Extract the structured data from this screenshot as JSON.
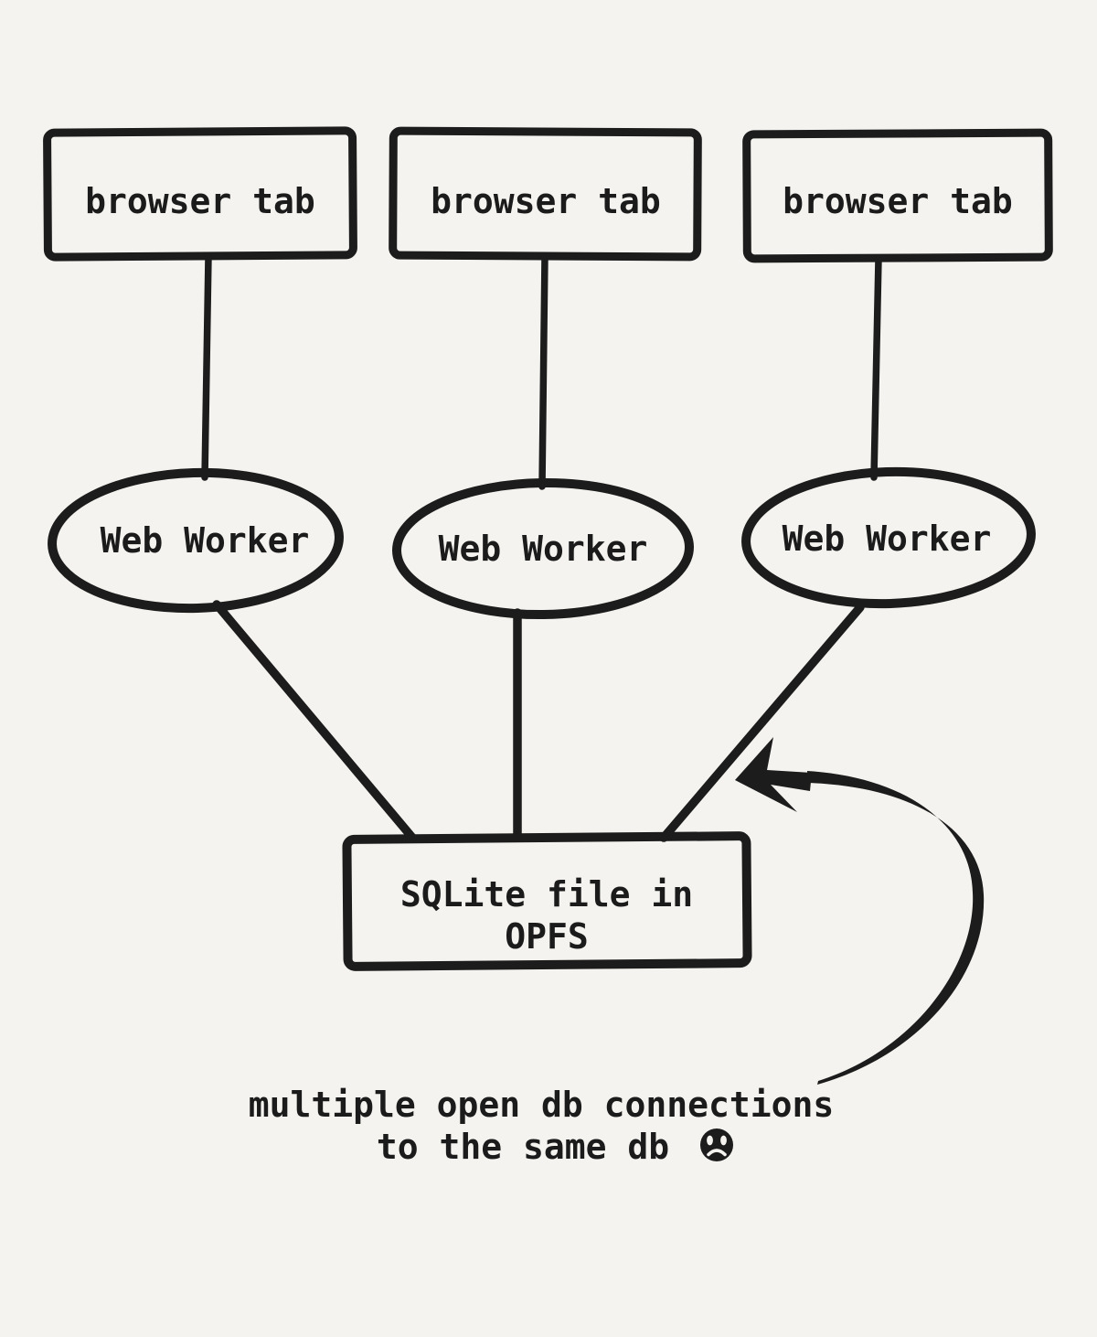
{
  "colors": {
    "background": "#f5f3ef",
    "ink": "#1c1c1c"
  },
  "diagram": {
    "browser_tabs": [
      {
        "label": "browser tab"
      },
      {
        "label": "browser tab"
      },
      {
        "label": "browser tab"
      }
    ],
    "web_workers": [
      {
        "label": "Web Worker"
      },
      {
        "label": "Web Worker"
      },
      {
        "label": "Web Worker"
      }
    ],
    "sqlite_node": {
      "line1": "SQLite file in",
      "line2": "OPFS"
    },
    "edges": [
      {
        "from": "browser-tab-1",
        "to": "web-worker-1"
      },
      {
        "from": "browser-tab-2",
        "to": "web-worker-2"
      },
      {
        "from": "browser-tab-3",
        "to": "web-worker-3"
      },
      {
        "from": "web-worker-1",
        "to": "sqlite-file"
      },
      {
        "from": "web-worker-2",
        "to": "sqlite-file"
      },
      {
        "from": "web-worker-3",
        "to": "sqlite-file"
      }
    ],
    "callout": {
      "line1": "multiple open db connections",
      "line2": "to the same db",
      "emoji": "frowning-face",
      "points_to": "edge-worker3-sqlite"
    }
  }
}
